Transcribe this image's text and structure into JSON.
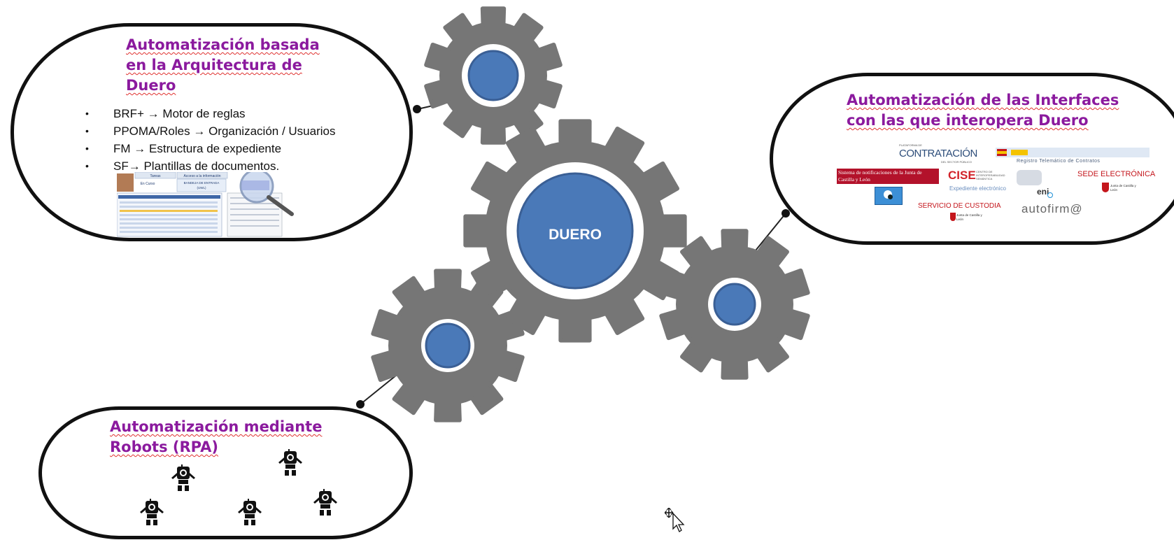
{
  "hub": {
    "label": "DUERO"
  },
  "architecture": {
    "title_lines": [
      "Automatización basada",
      "en la Arquitectura de",
      "Duero"
    ],
    "bullets": [
      {
        "a": "BRF+",
        "b": "Motor de reglas"
      },
      {
        "a": "PPOMA/Roles",
        "b": "Organización / Usuarios"
      },
      {
        "a": "FM",
        "b": "Estructura de expediente"
      },
      {
        "a": "SF",
        "b": "Plantillas de documentos."
      }
    ],
    "arrow_glyph": "→",
    "screenshot": {
      "tab1": "Tareas",
      "tab2": "Acceso a la información",
      "box1": "En Curso",
      "box2": "BANDEJA DE ENTRADA",
      "box2b": "(UWL)"
    }
  },
  "interfaces": {
    "title_lines": [
      "Automatización de las Interfaces",
      "con las que interopera Duero"
    ],
    "logos": {
      "contratacion_small": "PLATAFORMA DE",
      "contratacion": "CONTRATACIÓN",
      "contratacion_sub": "DEL SECTOR PÚBLICO",
      "registro": "Registro Telemático de Contratos",
      "notificaciones": "Sistema de notificaciones de la Junta de Castilla y León",
      "cise": "CISE",
      "cise_sub": "CENTRO DE INTEROPERABILIDAD SEMÁNTICA",
      "expediente": "Expediente electrónico",
      "eni": "eni",
      "sede": "SEDE ELECTRÓNICA",
      "junta": "Junta de Castilla y León",
      "custodia": "SERVICIO DE CUSTODIA",
      "autofirma": "autofirm@"
    }
  },
  "rpa": {
    "title_lines": [
      "Automatización mediante",
      "Robots (RPA)"
    ]
  },
  "colors": {
    "gear": "#767676",
    "hub": "#4a79b8",
    "hub_border": "#3a5f95",
    "title": "#8b1a9e",
    "spell_underline": "#e0312f"
  }
}
